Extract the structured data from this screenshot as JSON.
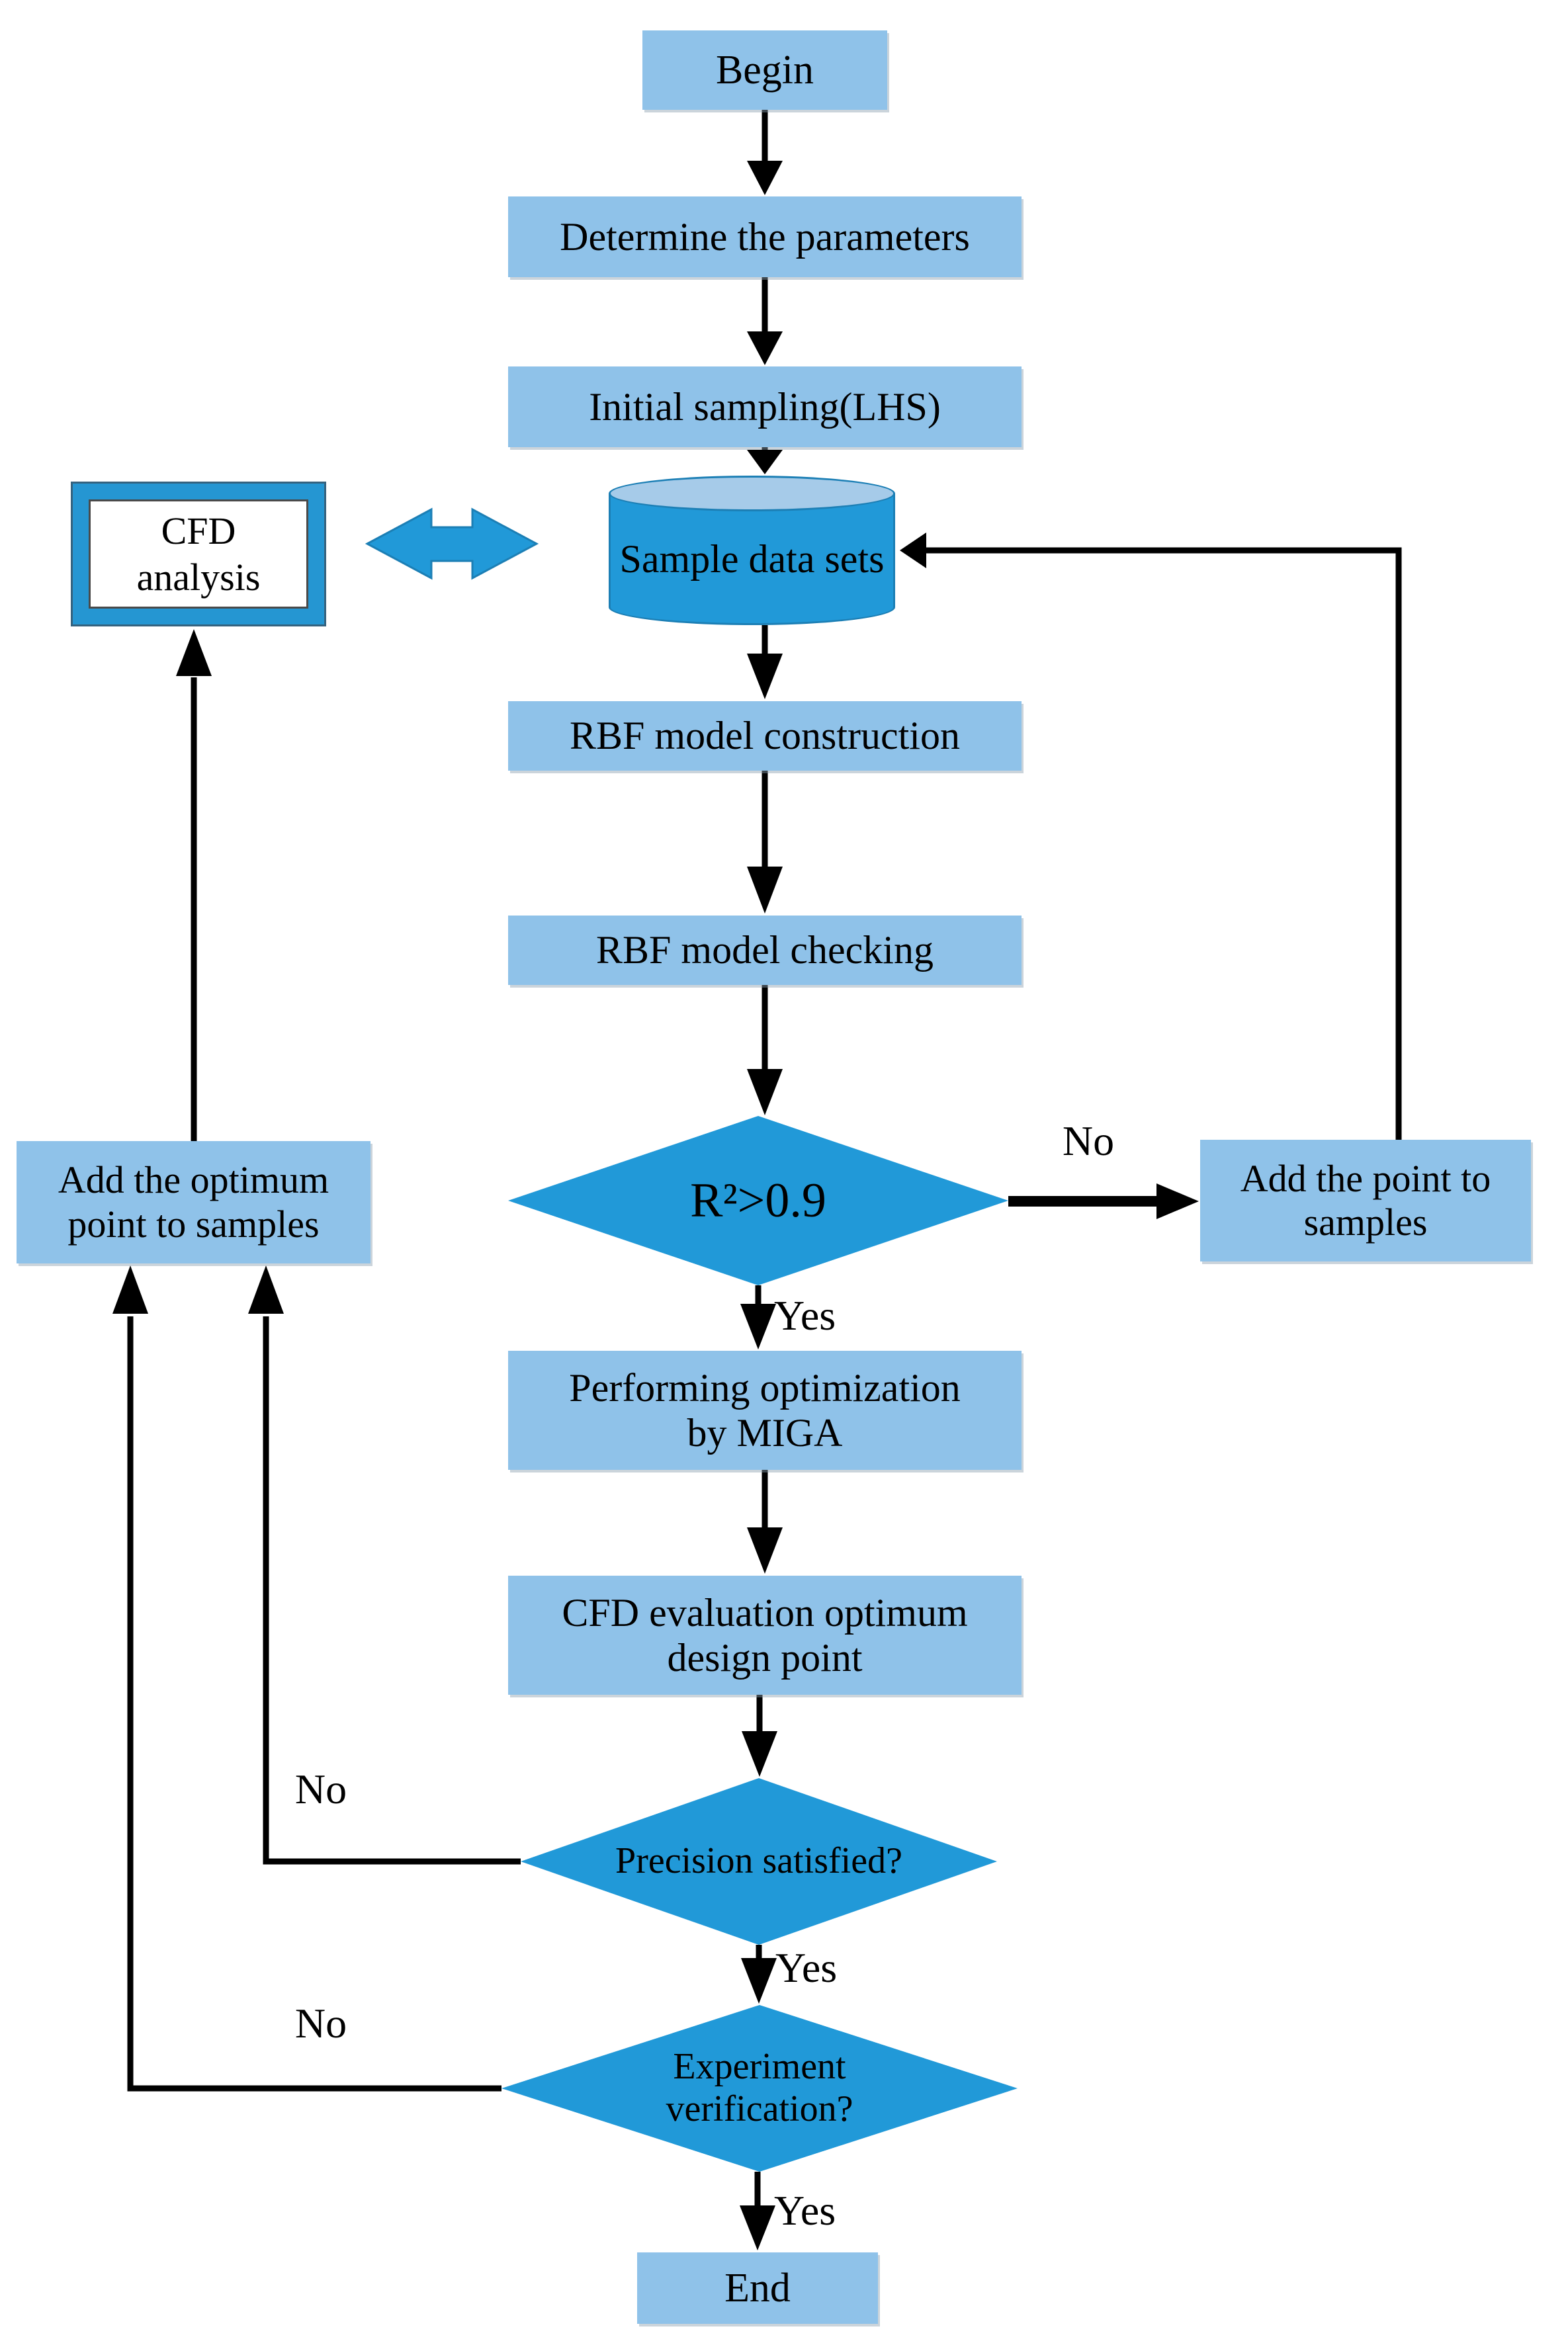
{
  "diagram": {
    "colors": {
      "process_fill": "#8FC2E9",
      "decision_fill": "#2199D8",
      "cylinder_body": "#2199D8",
      "cylinder_top": "#A6CBE9",
      "shape_stroke": "#1C7FB5",
      "cfd_frame": "#2596D2",
      "connector": "#000000"
    },
    "nodes": {
      "begin": {
        "label": "Begin",
        "type": "terminator"
      },
      "determine": {
        "label": "Determine the parameters",
        "type": "process"
      },
      "initial": {
        "label": "Initial sampling(LHS)",
        "type": "process"
      },
      "sample_data": {
        "label": "Sample data sets",
        "type": "datastore"
      },
      "cfd_analysis": {
        "label": "CFD analysis",
        "type": "process"
      },
      "rbf_construction": {
        "label": "RBF model construction",
        "type": "process"
      },
      "rbf_checking": {
        "label": "RBF model checking",
        "type": "process"
      },
      "r2_check": {
        "label": "R²>0.9",
        "type": "decision"
      },
      "add_point": {
        "label": "Add the point to samples",
        "type": "process"
      },
      "performing": {
        "label": "Performing optimization by MIGA",
        "type": "process"
      },
      "cfd_eval": {
        "label": "CFD evaluation optimum design point",
        "type": "process"
      },
      "precision": {
        "label": "Precision satisfied?",
        "type": "decision"
      },
      "experiment": {
        "label": "Experiment verification?",
        "type": "decision"
      },
      "end": {
        "label": "End",
        "type": "terminator"
      },
      "add_optimum": {
        "label": "Add the optimum point to samples",
        "type": "process"
      }
    },
    "edge_labels": {
      "r2_no": "No",
      "r2_yes": "Yes",
      "precision_no": "No",
      "precision_yes": "Yes",
      "experiment_no": "No",
      "experiment_yes": "Yes"
    }
  }
}
